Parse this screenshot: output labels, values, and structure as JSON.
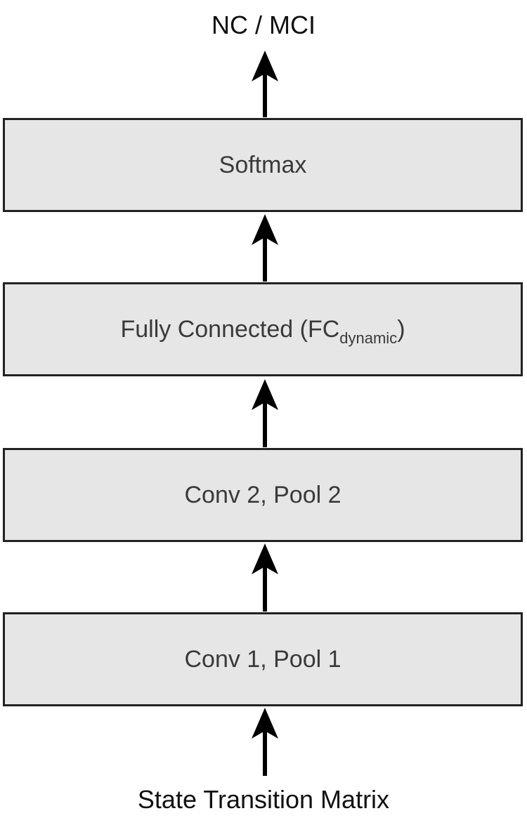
{
  "diagram": {
    "output_label": "NC / MCI",
    "input_label": "State Transition Matrix",
    "layers": {
      "softmax": {
        "label": "Softmax"
      },
      "fully_connected": {
        "label": "Fully Connected (FC",
        "subscript": "dynamic",
        "suffix": ")"
      },
      "conv2": {
        "label": "Conv 2, Pool 2"
      },
      "conv1": {
        "label": "Conv 1, Pool 1"
      }
    },
    "colors": {
      "box_fill": "#e6e6e6",
      "box_border": "#222222",
      "arrow": "#000000"
    }
  }
}
